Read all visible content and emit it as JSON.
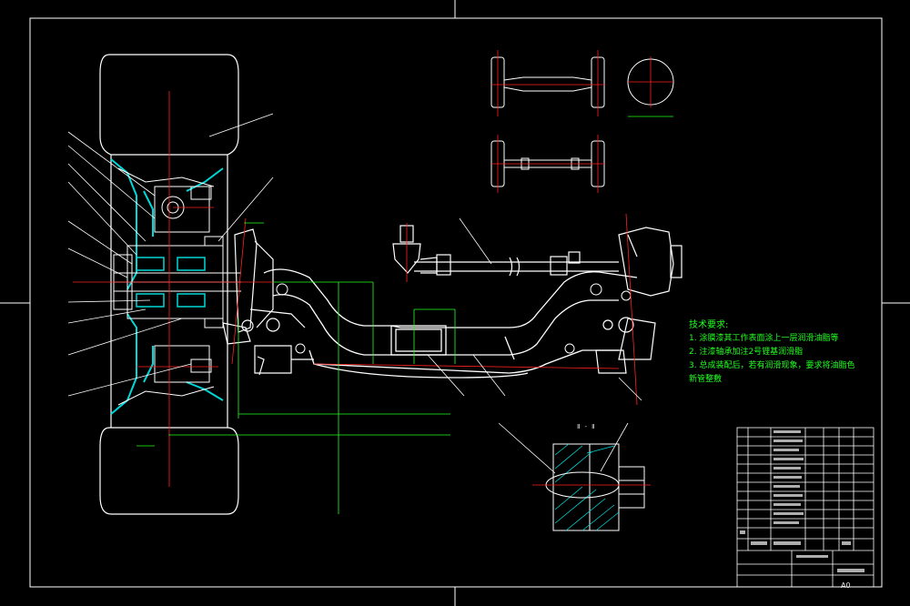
{
  "drawing": {
    "sheet_size": "A0",
    "section_label": "Ⅱ - Ⅱ"
  },
  "tech_requirements": {
    "title": "技术要求:",
    "items": [
      "1. 涂膜漆其工作表面涂上一层润滑油脂等",
      "2. 注漆轴承加注2号锂基润滑脂",
      "3. 总成装配后，若有润滑现象，要求将油脂色",
      "新管整敷"
    ]
  },
  "colors": {
    "background": "#000000",
    "outline": "#ffffff",
    "centerline": "#ff2020",
    "dimension": "#22ff22",
    "hatch": "#00d8d8",
    "text": "#22ff22"
  }
}
